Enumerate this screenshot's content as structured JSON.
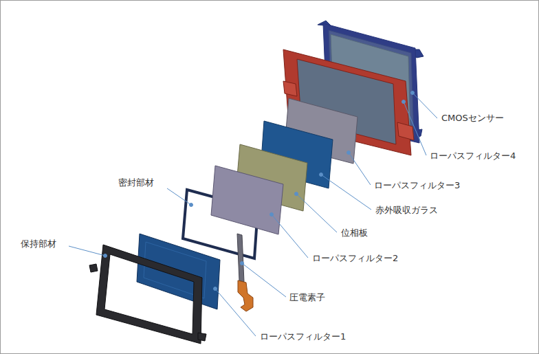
{
  "diagram": {
    "labels": [
      "CMOSセンサー",
      "ローパスフィルター4",
      "ローパスフィルター3",
      "赤外吸収ガラス",
      "位相板",
      "ローパスフィルター2",
      "密封部材",
      "保持部材",
      "圧電素子",
      "ローパスフィルター1"
    ]
  }
}
